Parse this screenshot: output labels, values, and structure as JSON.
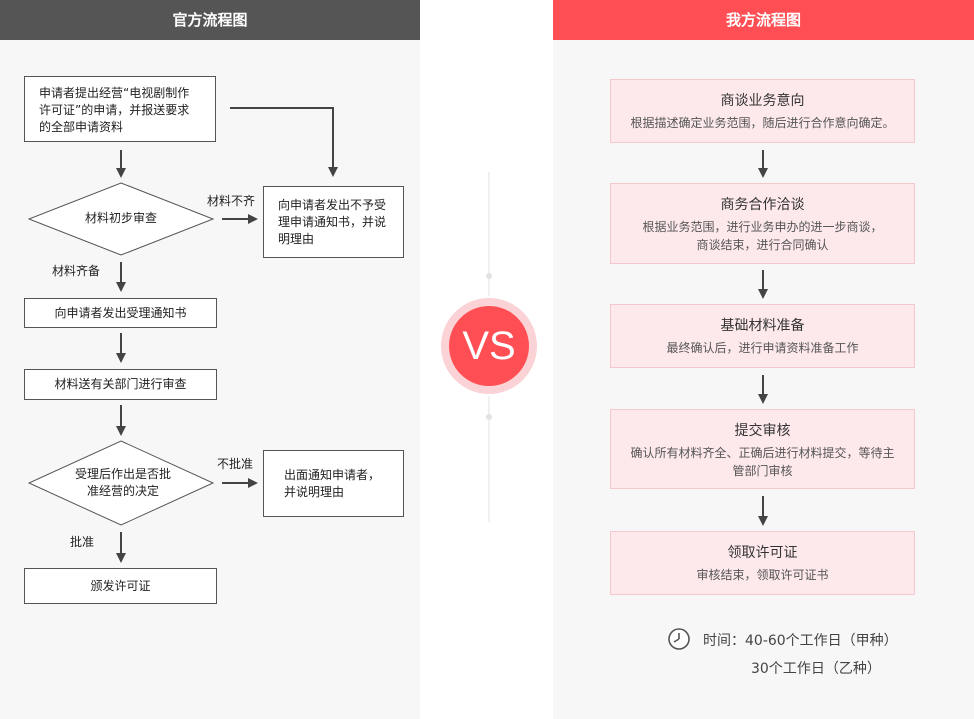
{
  "left_panel": {
    "header": "官方流程图",
    "boxes": {
      "apply": "申请者提出经营“电视剧制作许可证”的申请，并报送要求的全部申请资料",
      "reject_notice": "向申请者发出不予受理申请通知书，并说明理由",
      "accept_notice": "向申请者发出受理通知书",
      "review": "材料送有关部门进行审查",
      "deny_notice": "出面通知申请者，并说明理由",
      "issue": "颁发许可证"
    },
    "diamonds": {
      "initial_review": "材料初步审查",
      "decision": "受理后作出是否批准经营的决定"
    },
    "edge_labels": {
      "incomplete": "材料不齐",
      "complete": "材料齐备",
      "not_approved": "不批准",
      "approved": "批准"
    }
  },
  "vs_label": "VS",
  "right_panel": {
    "header": "我方流程图",
    "steps": [
      {
        "title": "商谈业务意向",
        "desc": "根据描述确定业务范围，随后进行合作意向确定。"
      },
      {
        "title": "商务合作洽谈",
        "desc": "根据业务范围，进行业务申办的进一步商谈，商谈结束，进行合同确认"
      },
      {
        "title": "基础材料准备",
        "desc": "最终确认后，进行申请资料准备工作"
      },
      {
        "title": "提交审核",
        "desc": "确认所有材料齐全、正确后进行材料提交，等待主管部门审核"
      },
      {
        "title": "领取许可证",
        "desc": "审核结束，领取许可证书"
      }
    ],
    "time": {
      "icon": "clock-icon",
      "line1": "时间：40-60个工作日（甲种）",
      "line2": "30个工作日（乙种）"
    }
  },
  "colors": {
    "official_header": "#555555",
    "our_header": "#ff4f55",
    "step_bg": "#fde9eb",
    "vs_red": "#ff4f55"
  }
}
